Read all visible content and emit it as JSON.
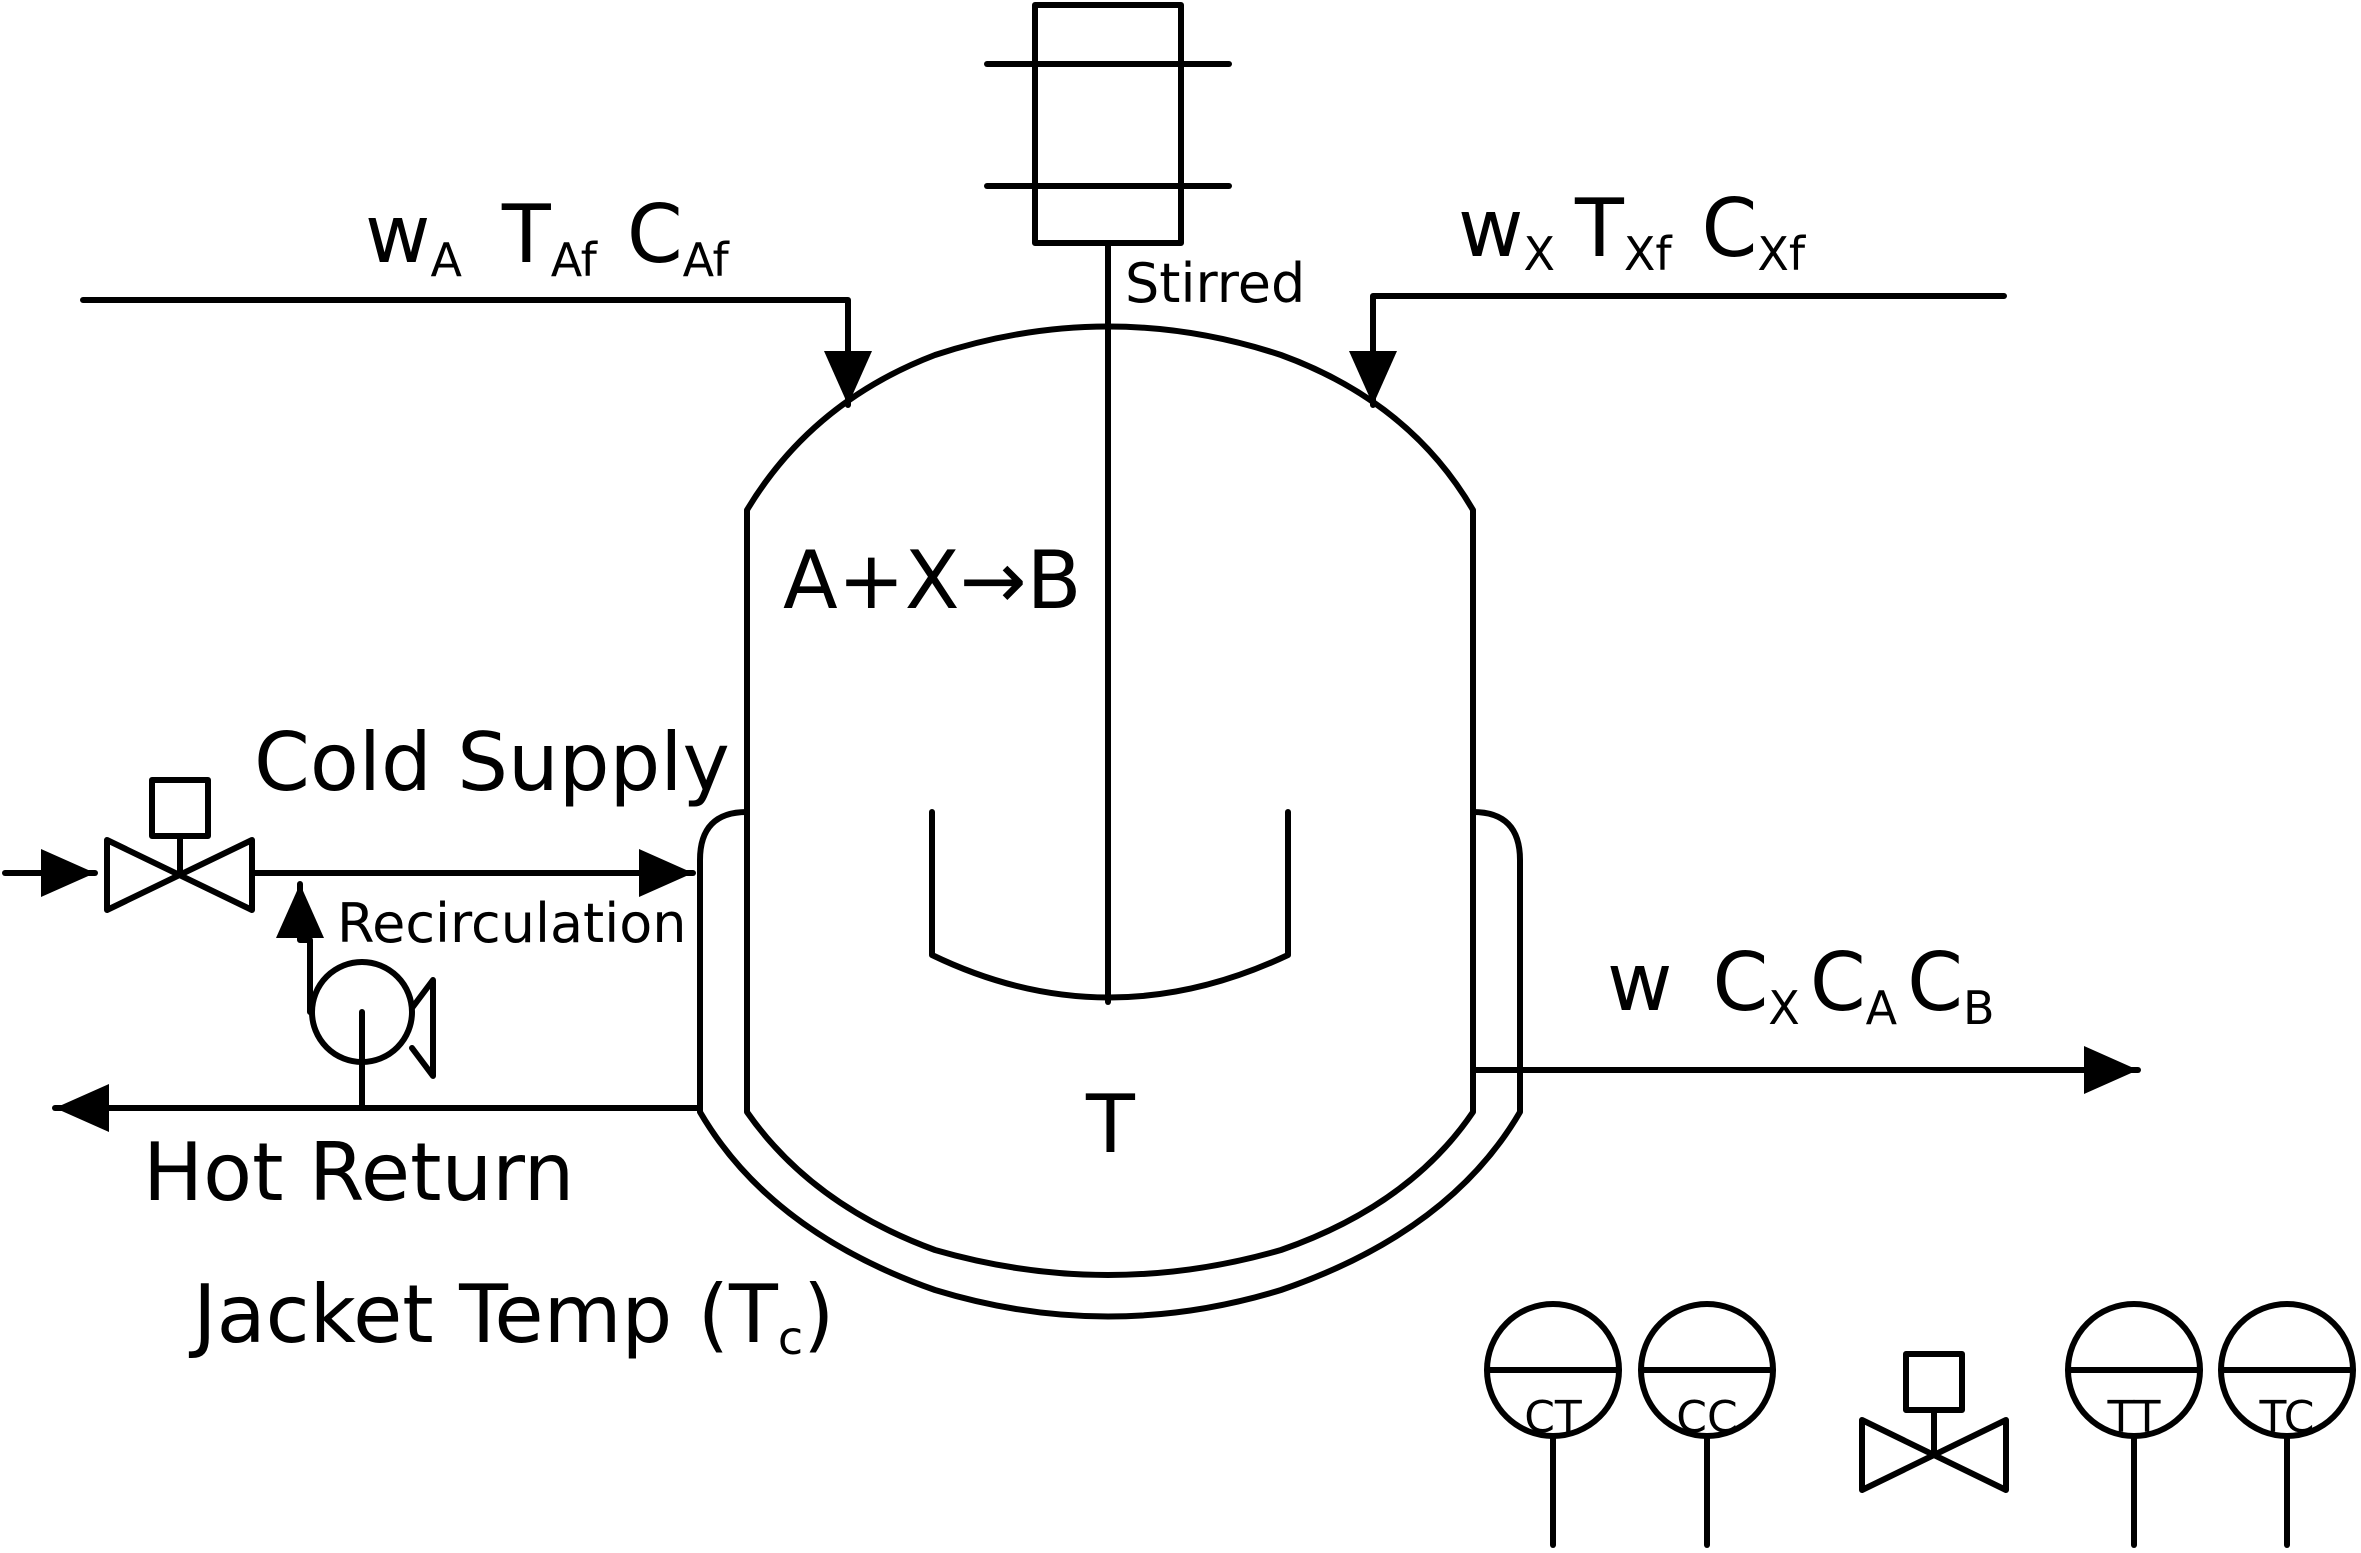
{
  "labels": {
    "feed_a": {
      "w": "w",
      "w_sub": "A",
      "t": "T",
      "t_sub": "Af",
      "c": "C",
      "c_sub": "Af"
    },
    "feed_x": {
      "w": "w",
      "w_sub": "X",
      "t": "T",
      "t_sub": "Xf",
      "c": "C",
      "c_sub": "Xf"
    },
    "stirred": "Stirred",
    "reaction": "A+X→B",
    "reactor_temp": "T",
    "cold_supply": "Cold Supply",
    "recirculation": "Recirculation",
    "hot_return": "Hot Return",
    "jacket_temp": "Jacket Temp (T",
    "jacket_temp_sub": "c",
    "jacket_temp_close": ")",
    "outlet": {
      "w": "w",
      "cx": "C",
      "cx_sub": "X",
      "ca": "C",
      "ca_sub": "A",
      "cb": "C",
      "cb_sub": "B"
    }
  },
  "legend": {
    "instruments": [
      "CT",
      "CC",
      "TT",
      "TC"
    ]
  }
}
